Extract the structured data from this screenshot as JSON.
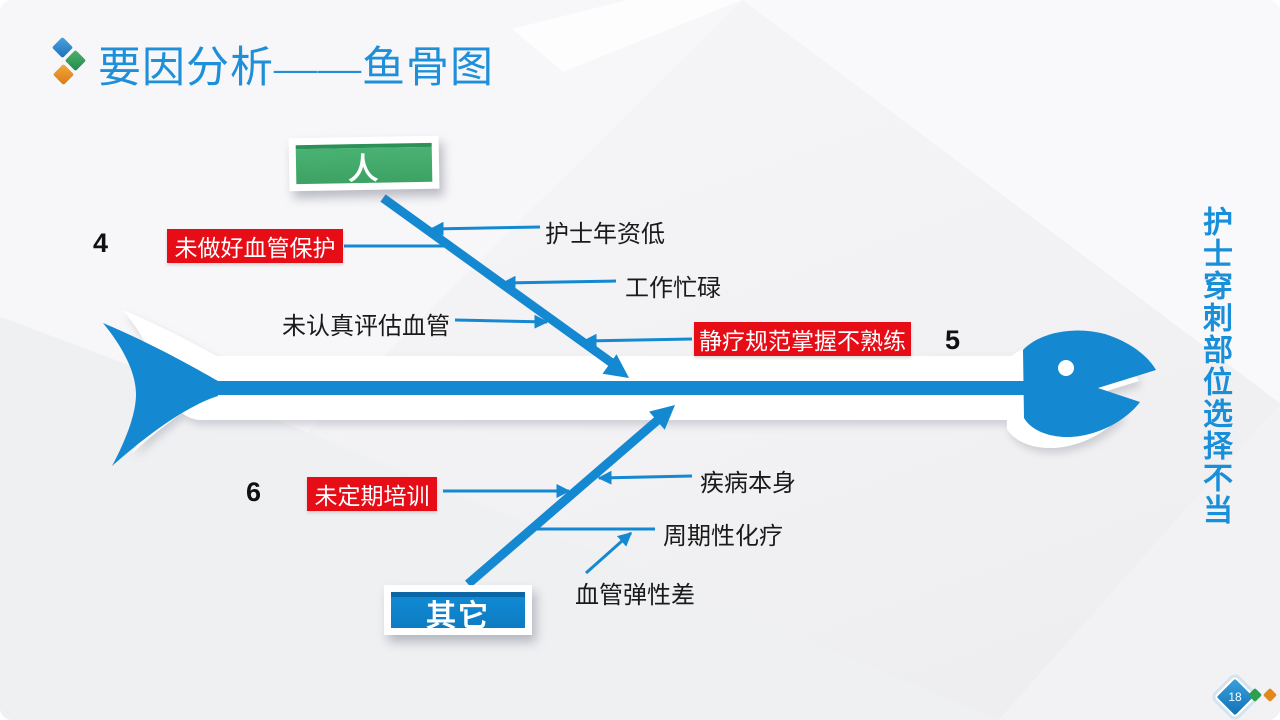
{
  "slide": {
    "title": "要因分析——鱼骨图",
    "page_number": "18"
  },
  "palette": {
    "accent_blue": "#1488d0",
    "title_blue": "#1e8fd8",
    "category_green": "#3fa96a",
    "category_blue": "#0f86d0",
    "alert_red": "#e60d17",
    "label_black": "#1a1a1a"
  },
  "diagram": {
    "effect_label": "护士穿刺部位选择不当",
    "top_category_label": "人",
    "bottom_category_label": "其它",
    "markers": {
      "m4": "4",
      "m5": "5",
      "m6": "6"
    },
    "red_causes": {
      "vessel_protection": "未做好血管保护",
      "iv_standard": "静疗规范掌握不熟练",
      "training": "未定期培训"
    },
    "plain_causes": {
      "nurse_seniority": "护士年资低",
      "busy_work": "工作忙碌",
      "vessel_assessment": "未认真评估血管",
      "disease_itself": "疾病本身",
      "periodic_chemo": "周期性化疗",
      "poor_vessel_elasticity": "血管弹性差"
    }
  }
}
